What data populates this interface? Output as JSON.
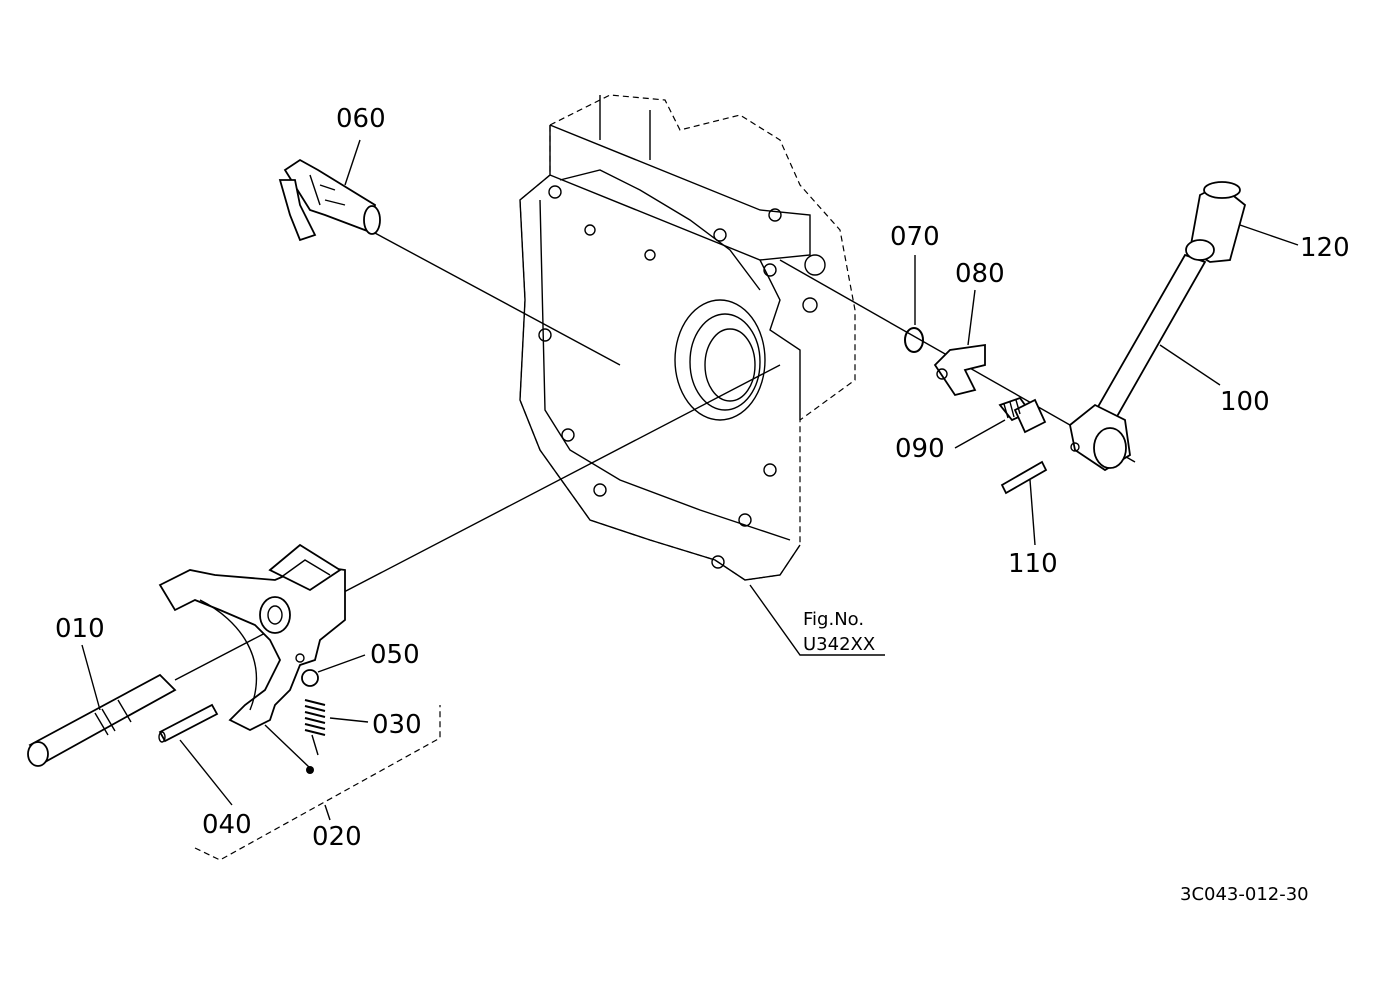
{
  "callouts": {
    "p010": "010",
    "p020": "020",
    "p030": "030",
    "p040": "040",
    "p050": "050",
    "p060": "060",
    "p070": "070",
    "p080": "080",
    "p090": "090",
    "p100": "100",
    "p110": "110",
    "p120": "120"
  },
  "figure_ref": {
    "line1": "Fig.No.",
    "line2": "U342XX"
  },
  "drawing_code": "3C043-012-30"
}
